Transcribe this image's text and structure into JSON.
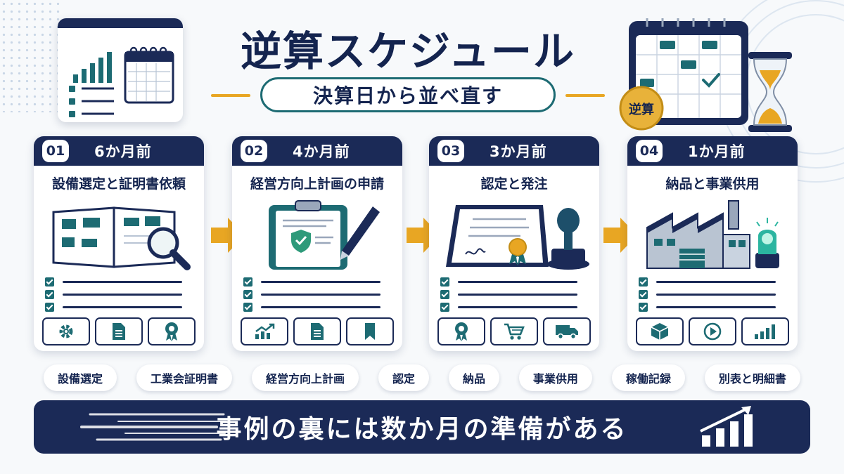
{
  "title": "逆算スケジュール",
  "subtitle": "決算日から並べ直す",
  "badge": "逆算",
  "steps": [
    {
      "num": "01",
      "when": "6か月前",
      "task": "設備選定と証明書依頼"
    },
    {
      "num": "02",
      "when": "4か月前",
      "task": "経営方向上計画の申請"
    },
    {
      "num": "03",
      "when": "3か月前",
      "task": "認定と発注"
    },
    {
      "num": "04",
      "when": "1か月前",
      "task": "納品と事業供用"
    }
  ],
  "step_icons": [
    [
      "gear-icon",
      "document-icon",
      "award-icon"
    ],
    [
      "chart-up-icon",
      "document-icon",
      "bookmark-icon"
    ],
    [
      "award-icon",
      "cart-icon",
      "truck-icon"
    ],
    [
      "box-icon",
      "play-icon",
      "bar-chart-icon"
    ]
  ],
  "keywords": [
    "設備選定",
    "工業会証明書",
    "経営方向上計画",
    "認定",
    "納品",
    "事業供用",
    "稼働記録",
    "別表と明細書"
  ],
  "banner": "事例の裏には数か月の準備がある",
  "colors": {
    "navy": "#1b2a57",
    "teal": "#1d6b73",
    "gold": "#e8a623",
    "background": "#f7f9fb"
  }
}
